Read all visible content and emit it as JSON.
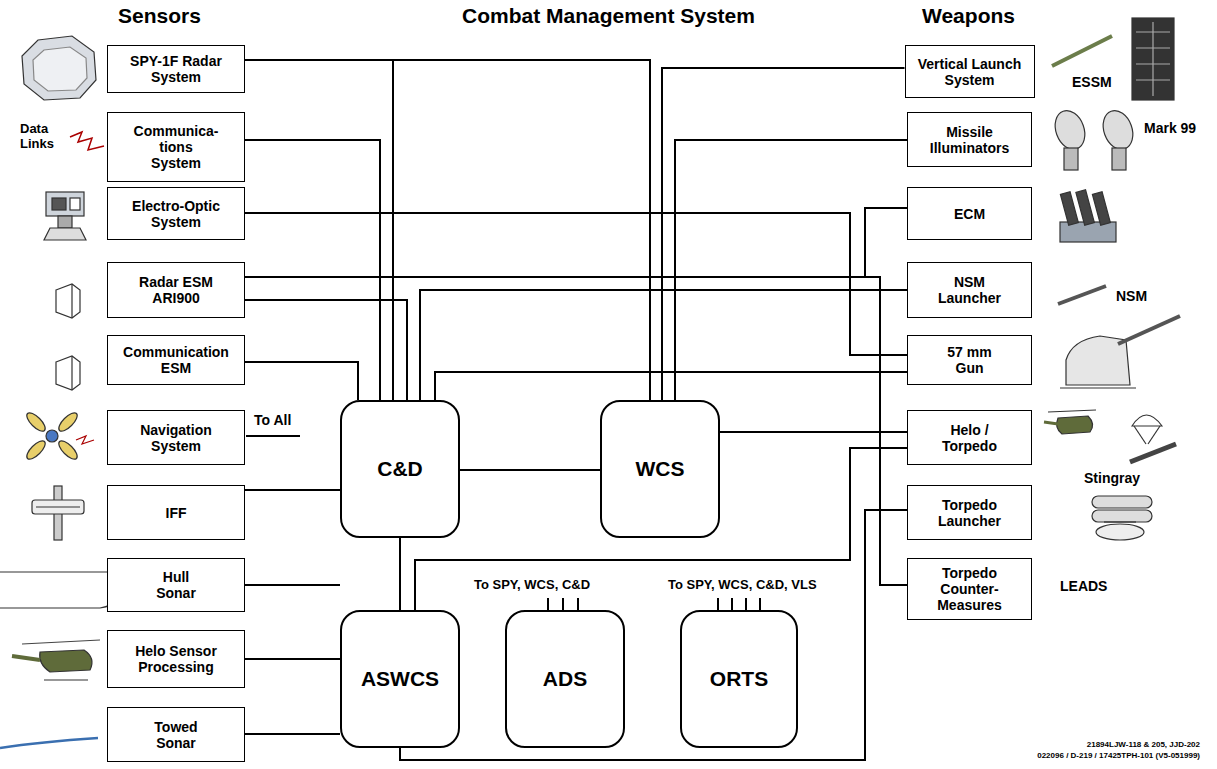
{
  "diagram": {
    "title": "Combat Management System",
    "nodes": [
      {
        "text": [
          "SPY-1F Radar System"
        ]
      },
      {
        "text": [
          "Communica- tions System"
        ]
      },
      {
        "text": [
          "Electro-Optic System"
        ]
      },
      {
        "text": [
          "Radar ESM ARI900"
        ]
      },
      {
        "text": [
          "Communication ESM"
        ]
      },
      {
        "text": [
          "Navigation System"
        ]
      },
      {
        "text": [
          "IFF"
        ]
      },
      {
        "text": [
          "Hull Sonar"
        ]
      },
      {
        "text": [
          "Helo Sensor Processing"
        ]
      },
      {
        "text": [
          "Towed Sonar"
        ]
      },
      {
        "text": [
          "Vertical Launch System"
        ]
      },
      {
        "text": [
          "Missile Illuminators"
        ]
      },
      {
        "text": [
          "ECM"
        ]
      },
      {
        "text": [
          "NSM Launcher"
        ]
      },
      {
        "text": [
          "57 mm Gun"
        ]
      },
      {
        "text": [
          "Helo / Torpedo"
        ]
      },
      {
        "text": [
          "Torpedo Launcher"
        ]
      },
      {
        "text": [
          "Torpedo Counter- Measures"
        ]
      },
      {
        "text": [
          "C&D"
        ]
      },
      {
        "text": [
          "WCS"
        ]
      },
      {
        "text": [
          "ASWCS"
        ]
      },
      {
        "text": [
          "ADS"
        ]
      },
      {
        "text": [
          "ORTS"
        ]
      }
    ],
    "edges": [
      {
        "from": 0,
        "to": 19,
        "arrow": "none"
      },
      {
        "from": 0,
        "to": 18,
        "arrow": "none"
      },
      {
        "from": 1,
        "to": 18,
        "arrow": "none"
      },
      {
        "from": 2,
        "to": 14,
        "arrow": "none"
      },
      {
        "from": 3,
        "to": 12,
        "arrow": "none"
      },
      {
        "from": 3,
        "to": 17,
        "arrow": "none"
      },
      {
        "from": 3,
        "to": 18,
        "arrow": "none"
      },
      {
        "from": 4,
        "to": 18,
        "arrow": "none"
      },
      {
        "from": 6,
        "to": 18,
        "arrow": "none"
      },
      {
        "from": 10,
        "to": 19,
        "arrow": "none"
      },
      {
        "from": 11,
        "to": 19,
        "arrow": "none"
      },
      {
        "from": 13,
        "to": 18,
        "arrow": "none"
      },
      {
        "from": 14,
        "to": 18,
        "arrow": "none"
      },
      {
        "from": 18,
        "to": 19,
        "arrow": "none"
      },
      {
        "from": 18,
        "to": 20,
        "arrow": "none"
      },
      {
        "from": 19,
        "to": 15,
        "arrow": "none"
      },
      {
        "from": 20,
        "to": 15,
        "arrow": "none"
      },
      {
        "from": 20,
        "to": 16,
        "arrow": "none"
      },
      {
        "from": 7,
        "to": 20,
        "arrow": "none"
      },
      {
        "from": 8,
        "to": 20,
        "arrow": "none"
      },
      {
        "from": 9,
        "to": 20,
        "arrow": "none"
      }
    ],
    "labels": [
      "Sensors",
      "Weapons",
      "Data Links",
      "To All",
      "ESSM",
      "Mark 99",
      "NSM",
      "Stingray",
      "LEADS",
      "To SPY, WCS, C&D",
      "To SPY, WCS, C&D, VLS",
      "21894LJW-118 & 205, JJD-202",
      "022096 / D-219 / 17425TPH-101 (V5-051999)"
    ]
  }
}
